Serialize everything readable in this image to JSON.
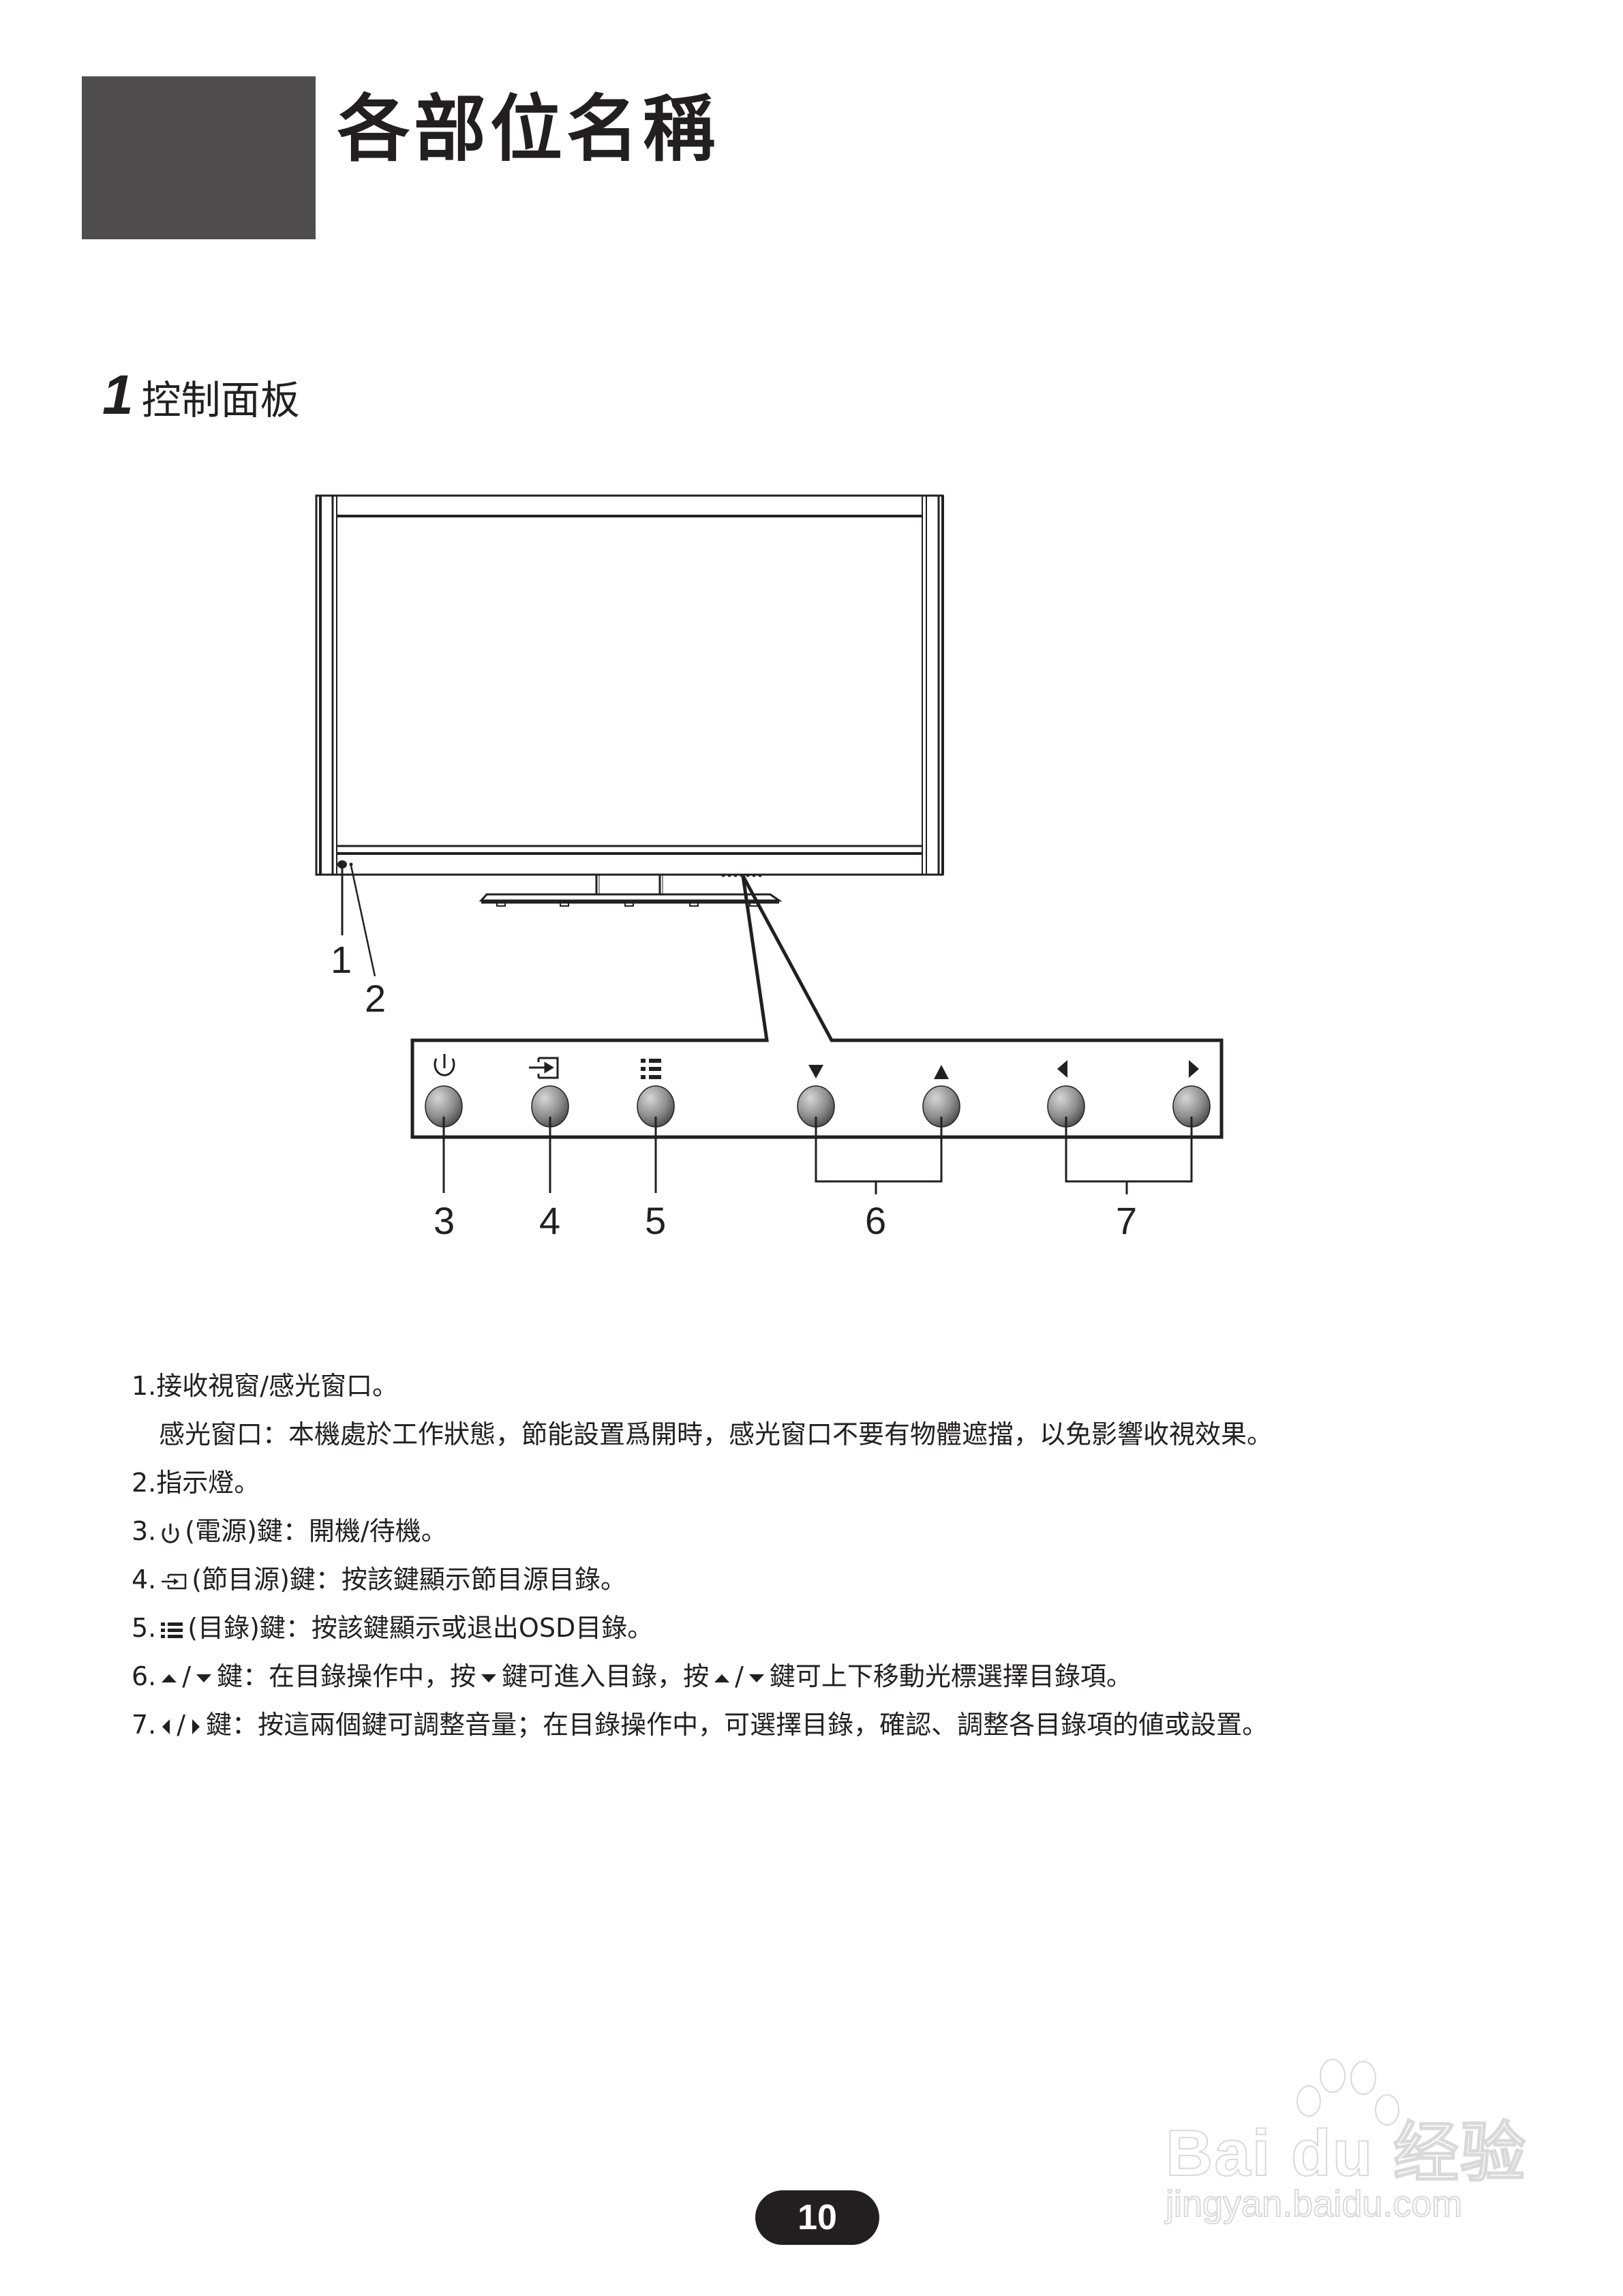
{
  "header": {
    "title": "各部位名稱"
  },
  "section": {
    "number": "1",
    "title": "控制面板"
  },
  "diagram": {
    "callouts": [
      "1",
      "2",
      "3",
      "4",
      "5",
      "6",
      "7"
    ],
    "panel_buttons": [
      {
        "id": 3,
        "icon": "power-icon"
      },
      {
        "id": 4,
        "icon": "input-source-icon"
      },
      {
        "id": 5,
        "icon": "menu-list-icon"
      },
      {
        "id": 6,
        "icon": "triangle-down-icon"
      },
      {
        "id": 6,
        "icon": "triangle-up-icon"
      },
      {
        "id": 7,
        "icon": "triangle-left-icon"
      },
      {
        "id": 7,
        "icon": "triangle-right-icon"
      }
    ]
  },
  "descriptions": {
    "item1": "1.接收視窗/感光窗口。",
    "item1_note": "感光窗口：本機處於工作狀態，節能設置爲開時，感光窗口不要有物體遮擋，以免影響收視效果。",
    "item2": "2.指示燈。",
    "item3_prefix": "3.",
    "item3_text": "(電源)鍵：開機/待機。",
    "item4_prefix": "4.",
    "item4_text": "(節目源)鍵：按該鍵顯示節目源目錄。",
    "item5_prefix": "5.",
    "item5_text": "(目錄)鍵：按該鍵顯示或退出OSD目錄。",
    "item6_prefix": "6.",
    "item6_sep": "/",
    "item6_text_a": "鍵：在目錄操作中，按",
    "item6_text_b": "鍵可進入目錄，按",
    "item6_text_c": "鍵可上下移動光標選擇目錄項。",
    "item7_prefix": "7.",
    "item7_sep": "/",
    "item7_text": "鍵：按這兩個鍵可調整音量；在目錄操作中，可選擇目錄，確認、調整各目錄項的値或設置。"
  },
  "footer": {
    "page_number": "10"
  },
  "watermark": {
    "brand": "Bai du 经验",
    "url": "jingyan.baidu.com"
  }
}
